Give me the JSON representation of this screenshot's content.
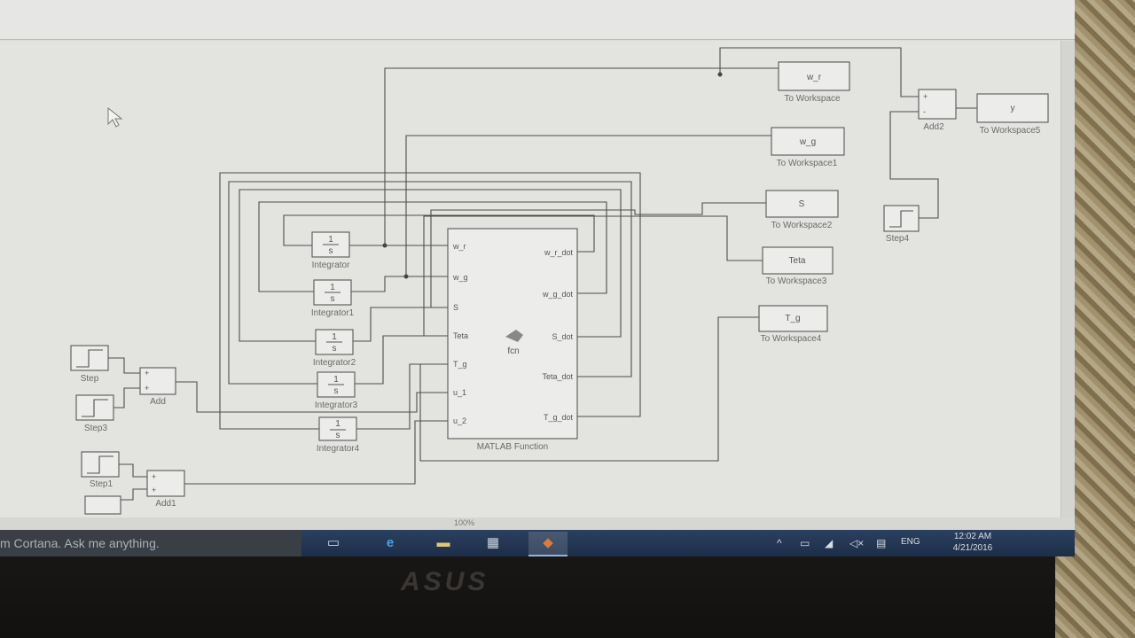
{
  "model": {
    "blocks": {
      "integrator": "Integrator",
      "integrator1": "Integrator1",
      "integrator2": "Integrator2",
      "integrator3": "Integrator3",
      "integrator4": "Integrator4",
      "step": "Step",
      "step1": "Step1",
      "step3": "Step3",
      "step4": "Step4",
      "add": "Add",
      "add1": "Add1",
      "add2": "Add2",
      "matlab_function": "MATLAB Function",
      "fcn": "fcn"
    },
    "integrator_symbol": {
      "num": "1",
      "den": "s"
    },
    "fcn_inputs": [
      "w_r",
      "w_g",
      "S",
      "Teta",
      "T_g",
      "u_1",
      "u_2"
    ],
    "fcn_outputs": [
      "w_r_dot",
      "w_g_dot",
      "S_dot",
      "Teta_dot",
      "T_g_dot"
    ],
    "workspace_vars": [
      "w_r",
      "w_g",
      "S",
      "Teta",
      "T_g",
      "y"
    ],
    "workspace_labels": [
      "To Workspace",
      "To Workspace1",
      "To Workspace2",
      "To Workspace3",
      "To Workspace4",
      "To Workspace5"
    ],
    "add2_signs": [
      "+",
      "-"
    ],
    "add_signs": [
      "+",
      "+"
    ]
  },
  "statusbar": {
    "zoom": "100%"
  },
  "taskbar": {
    "search_placeholder": "m Cortana. Ask me anything.",
    "language": "ENG",
    "time": "12:02 AM",
    "date": "4/21/2016"
  },
  "hardware": {
    "brand": "ASUS"
  },
  "colors": {
    "taskbar": "#1f3550",
    "canvas": "#e3e3e0"
  }
}
